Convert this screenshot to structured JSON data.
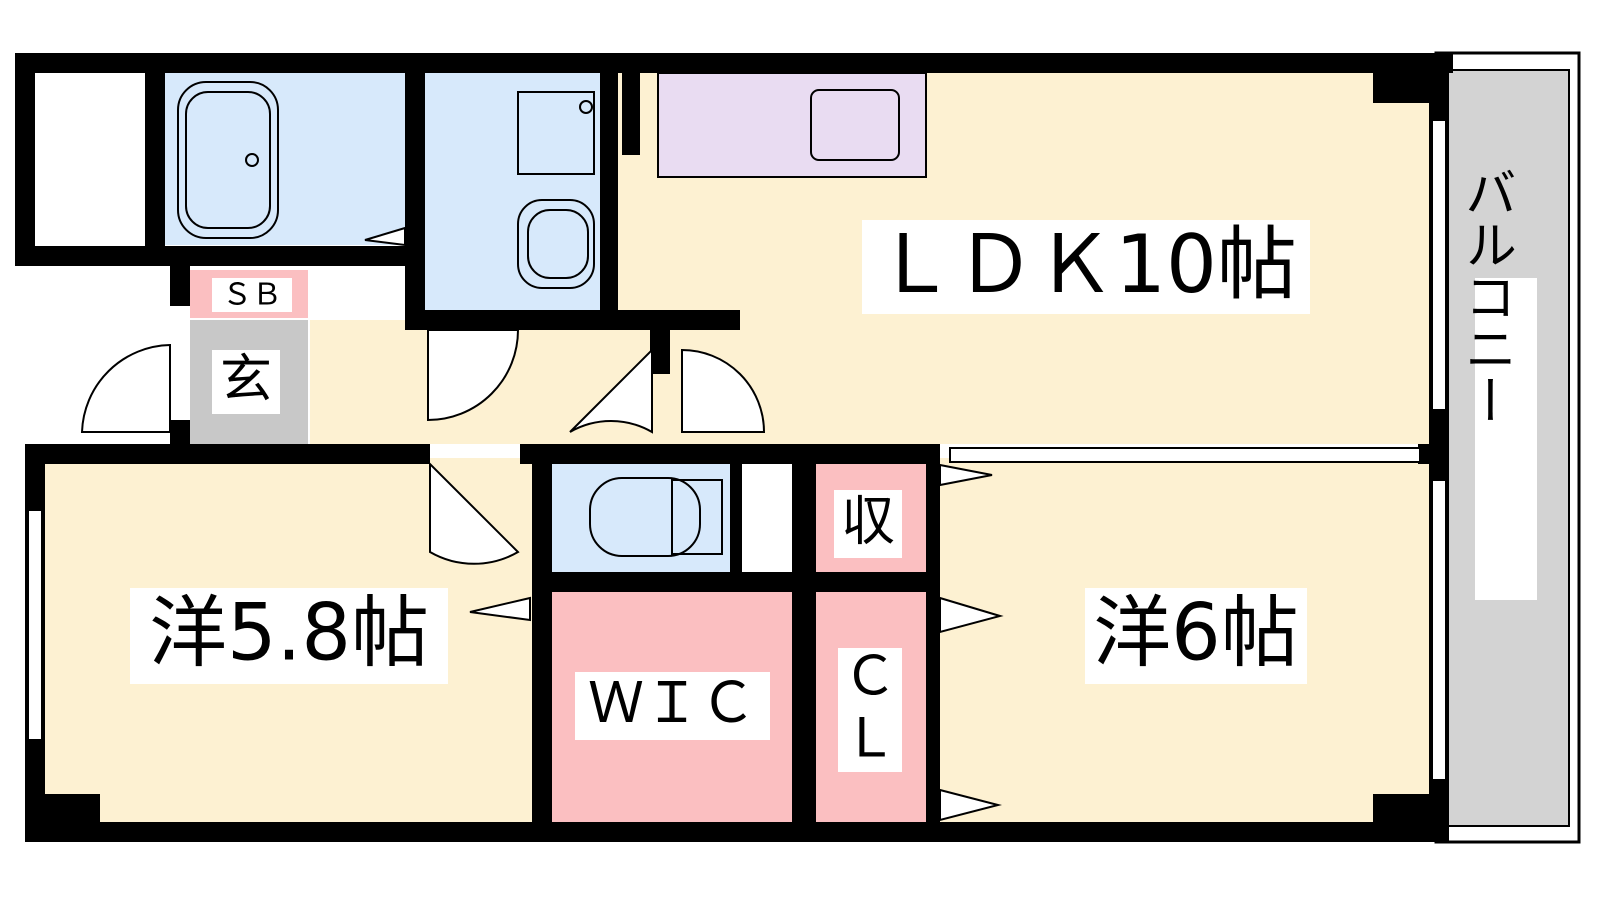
{
  "rooms": {
    "ldk": "ＬＤＫ10帖",
    "western_left": "洋5.8帖",
    "western_right": "洋6帖",
    "wic": "ＷＩＣ",
    "storage": "収",
    "closet_c": "Ｃ",
    "closet_l": "Ｌ",
    "shoe_box": "ＳＢ",
    "entrance": "玄",
    "balcony": "バルコニー"
  },
  "colors": {
    "wall": "#000000",
    "room_beige": "#fdf1d2",
    "wet_area_blue": "#d7e9fb",
    "kitchen_lavender": "#e9dcf2",
    "storage_pink": "#fbbfc1",
    "entrance_gray": "#c8c8c8",
    "balcony_gray": "#d3d3d3"
  }
}
